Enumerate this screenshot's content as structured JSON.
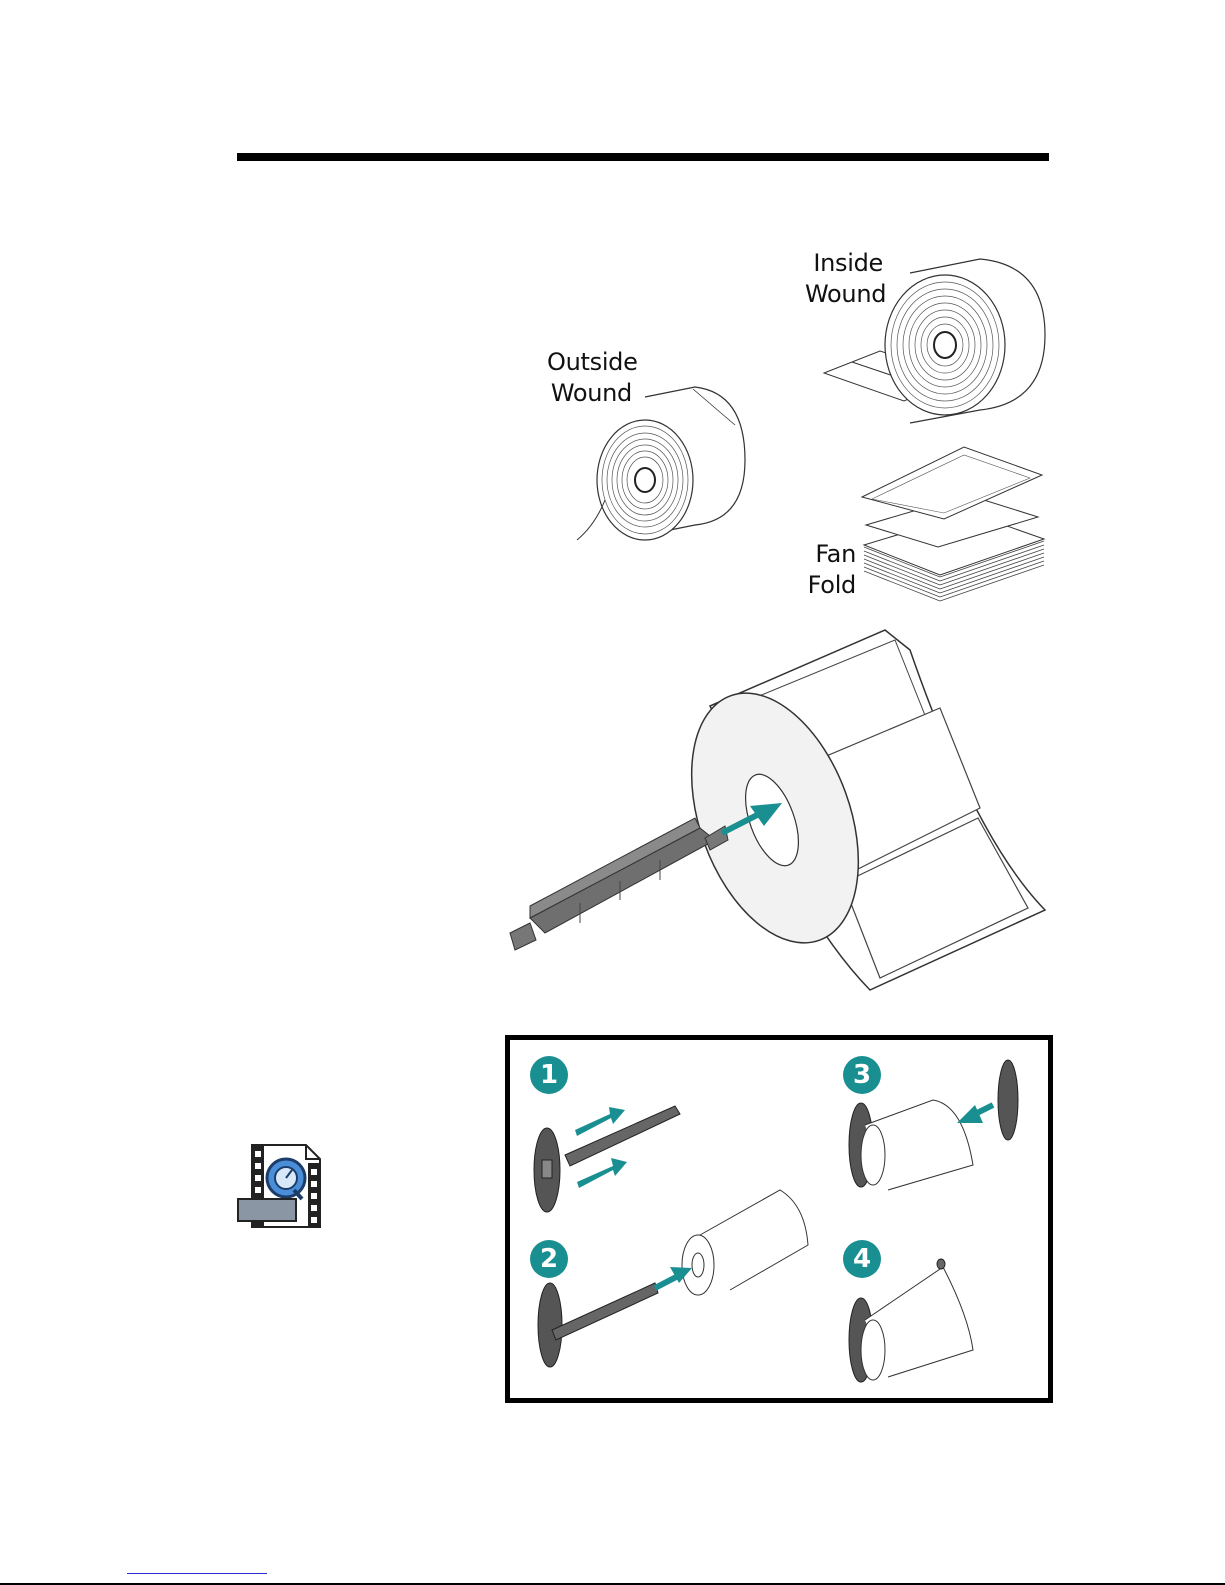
{
  "media_types": {
    "inside_wound": [
      "Inside",
      "Wound"
    ],
    "outside_wound": [
      "Outside",
      "Wound"
    ],
    "fan_fold": [
      "Fan",
      "Fold"
    ]
  },
  "load_steps": [
    "1",
    "2",
    "3",
    "4"
  ],
  "colors": {
    "accent_teal": "#1a8f92",
    "spindle_gray": "#6f6f6f",
    "rule_black": "#000000"
  },
  "icons": {
    "video": "quicktime-movie-icon"
  }
}
